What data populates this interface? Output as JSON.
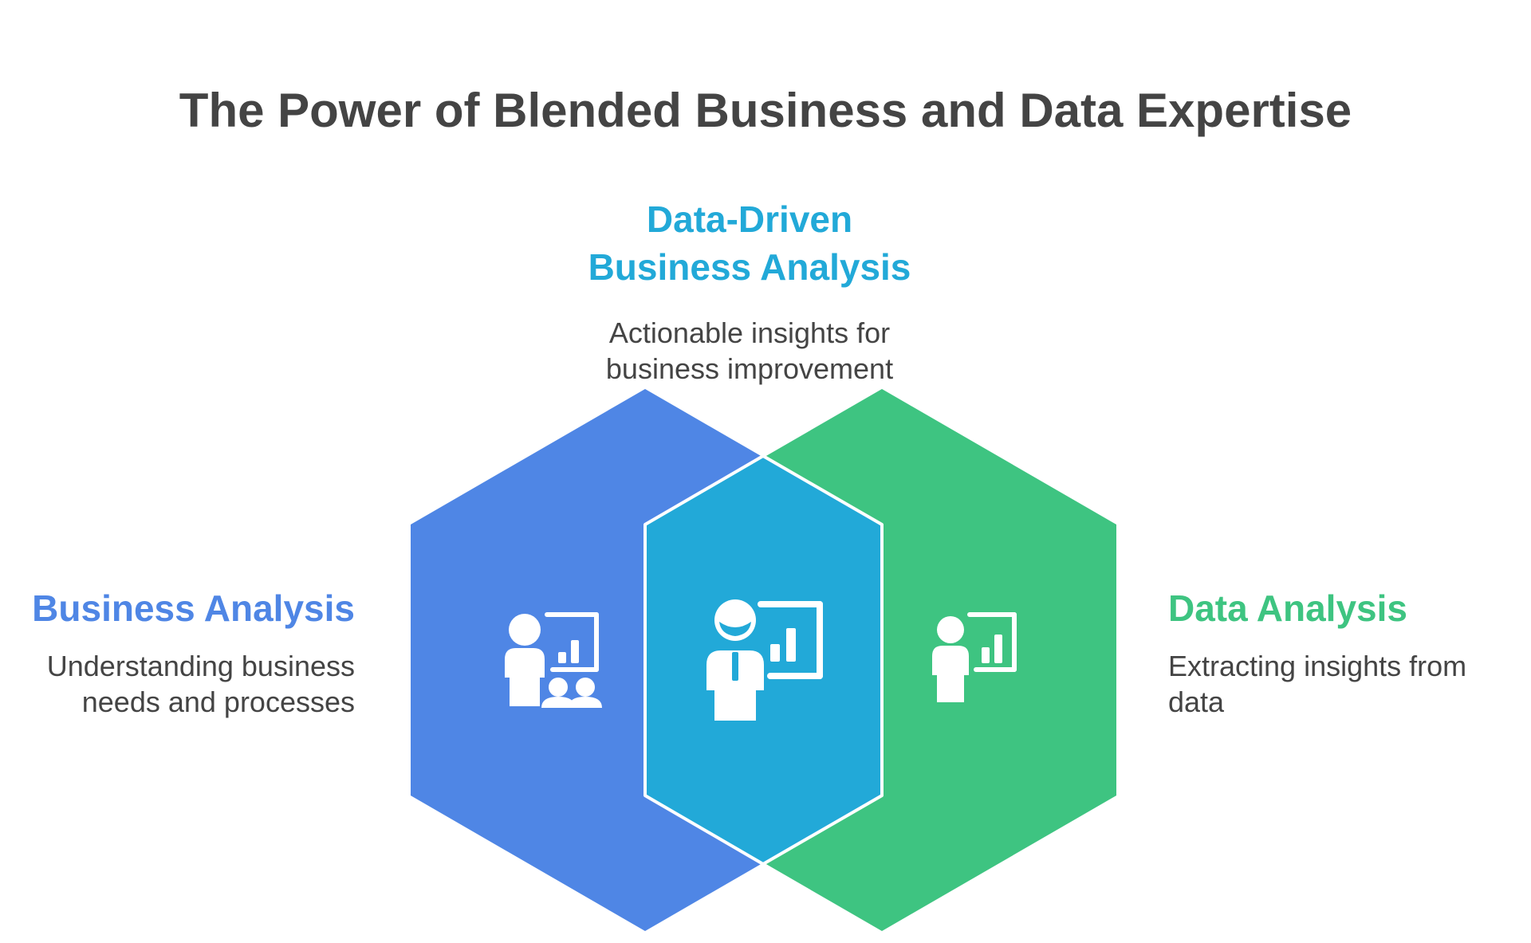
{
  "title": "The Power of Blended Business and Data Expertise",
  "left": {
    "title": "Business Analysis",
    "description_line1": "Understanding business",
    "description_line2": "needs and processes",
    "icon": "presenter-with-audience-icon"
  },
  "center": {
    "title_line1": "Data-Driven",
    "title_line2": "Business Analysis",
    "description_line1": "Actionable insights for",
    "description_line2": "business improvement",
    "icon": "businessman-presenting-chart-icon"
  },
  "right": {
    "title": "Data Analysis",
    "description_line1": "Extracting insights from",
    "description_line2": "data",
    "icon": "person-with-chart-icon"
  },
  "colors": {
    "business": "#4F86E5",
    "overlap": "#22A9D8",
    "data": "#3EC481",
    "title_text": "#444444",
    "icon": "#ffffff"
  }
}
